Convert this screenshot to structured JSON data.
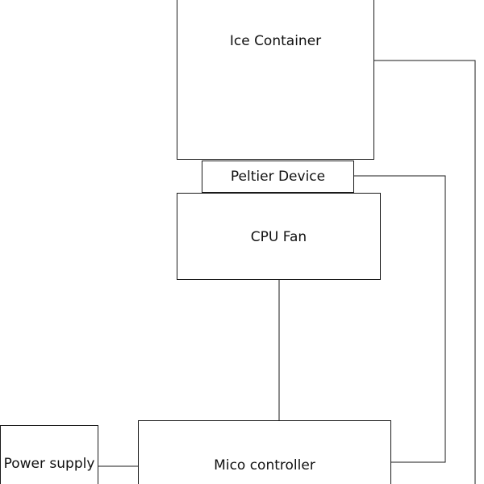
{
  "diagram": {
    "blocks": {
      "ice_container": "Ice Container",
      "peltier_device": "Peltier Device",
      "cpu_fan": "CPU Fan",
      "mico_controller": "Mico controller",
      "power_supply": "Power supply"
    },
    "colors": {
      "stroke": "#1a1a1a",
      "background": "#ffffff",
      "text": "#111111"
    }
  }
}
